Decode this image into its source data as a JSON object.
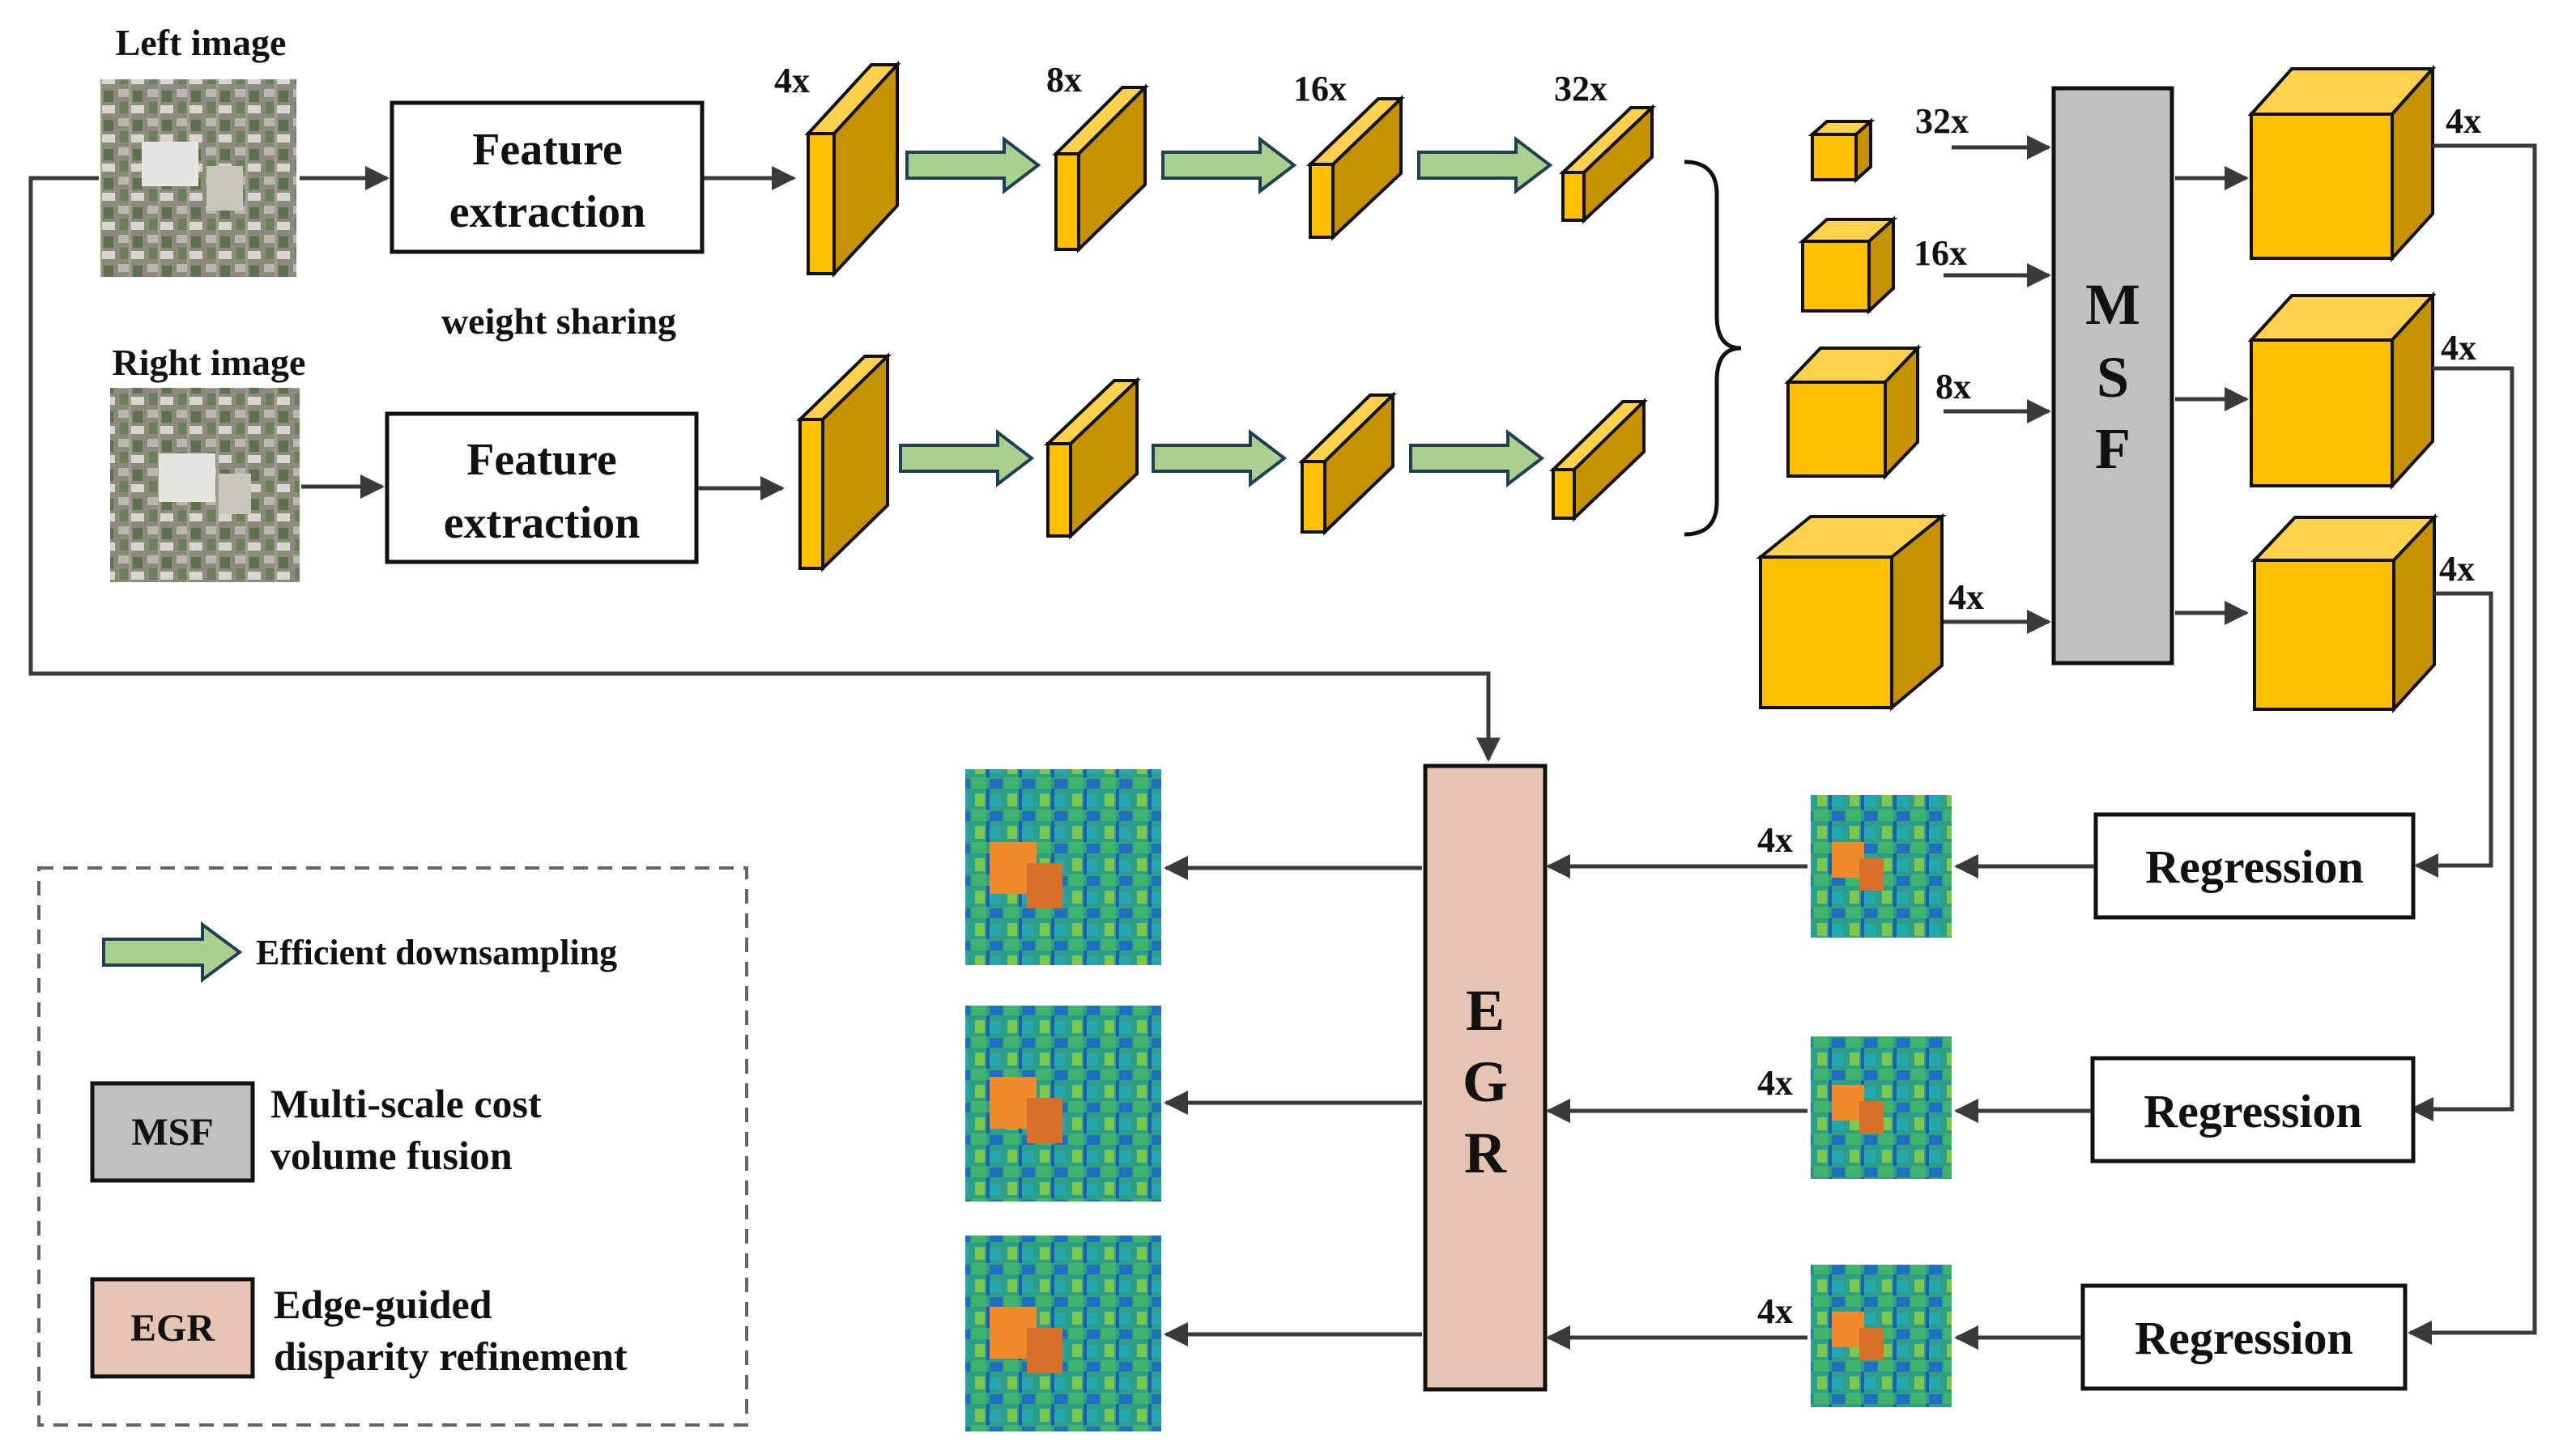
{
  "inputs": {
    "left_label": "Left image",
    "right_label": "Right image",
    "weight_sharing": "weight sharing"
  },
  "feature_extraction": {
    "line1": "Feature",
    "line2": "extraction"
  },
  "pyramid_scales": [
    "4x",
    "8x",
    "16x",
    "32x"
  ],
  "msf_inputs": [
    "32x",
    "16x",
    "8x",
    "4x"
  ],
  "msf_letters": [
    "M",
    "S",
    "F"
  ],
  "msf_outputs": [
    "4x",
    "4x",
    "4x"
  ],
  "egr_letters": [
    "E",
    "G",
    "R"
  ],
  "regression_label": "Regression",
  "disparity_scale": "4x",
  "legend": {
    "downsampling": "Efficient downsampling",
    "msf_abbr": "MSF",
    "msf_line1": "Multi-scale cost",
    "msf_line2": "volume fusion",
    "egr_abbr": "EGR",
    "egr_line1": "Edge-guided",
    "egr_line2": "disparity refinement"
  },
  "colors": {
    "cube_front": "#FFC000",
    "cube_side": "#C69200",
    "cube_top": "#FFD24D",
    "msf_fill": "#C0C0C0",
    "egr_fill": "#E6C4B4",
    "arrow_green": "#A9D18E",
    "line": "#3A3A3A"
  }
}
